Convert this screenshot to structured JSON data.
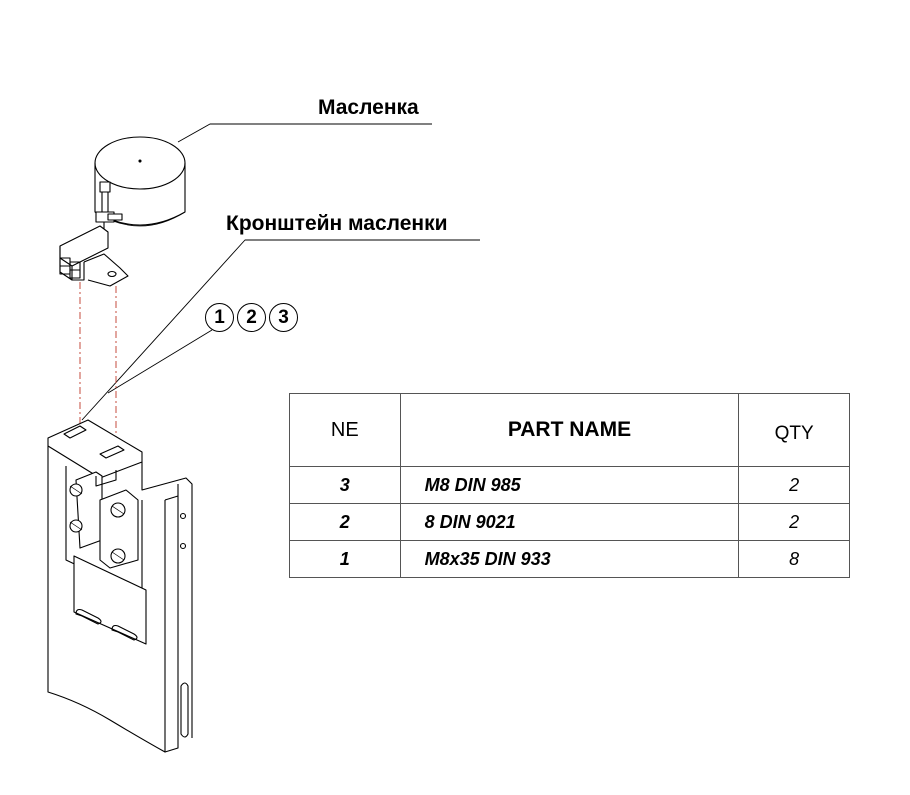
{
  "callouts": {
    "oiler": "Масленка",
    "bracket": "Кронштейн масленки"
  },
  "balloons": [
    "1",
    "2",
    "3"
  ],
  "parts_table": {
    "headers": {
      "no": "NE",
      "name": "PART NAME",
      "qty": "QTY"
    },
    "rows": [
      {
        "no": "3",
        "name": "M8 DIN 985",
        "qty": "2"
      },
      {
        "no": "2",
        "name": "8 DIN 9021",
        "qty": "2"
      },
      {
        "no": "1",
        "name": "M8x35 DIN 933",
        "qty": "8"
      }
    ]
  }
}
